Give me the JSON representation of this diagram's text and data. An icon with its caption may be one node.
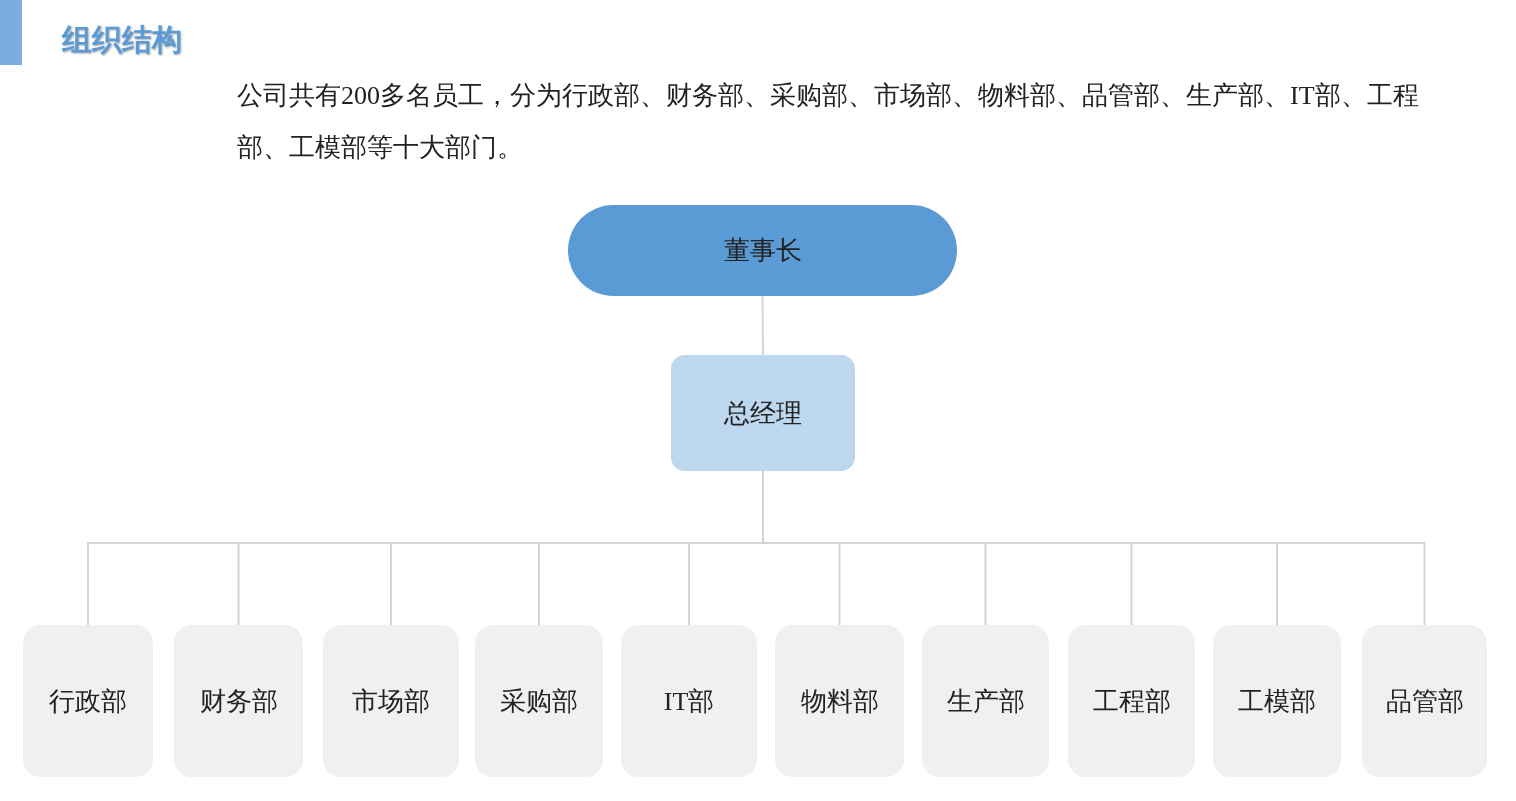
{
  "diagram": {
    "title": "组织结构",
    "nodes": [
      {
        "text": [
          "董事长"
        ]
      },
      {
        "text": [
          "总经理"
        ]
      },
      {
        "text": [
          "行政部"
        ]
      },
      {
        "text": [
          "财务部"
        ]
      },
      {
        "text": [
          "市场部"
        ]
      },
      {
        "text": [
          "采购部"
        ]
      },
      {
        "text": [
          "IT部"
        ]
      },
      {
        "text": [
          "物料部"
        ]
      },
      {
        "text": [
          "生产部"
        ]
      },
      {
        "text": [
          "工程部"
        ]
      },
      {
        "text": [
          "工模部"
        ]
      },
      {
        "text": [
          "品管部"
        ]
      }
    ],
    "edges": [
      {
        "from": 0,
        "to": 1,
        "arrow": "none"
      },
      {
        "from": 1,
        "to": 2,
        "arrow": "none"
      },
      {
        "from": 1,
        "to": 3,
        "arrow": "none"
      },
      {
        "from": 1,
        "to": 4,
        "arrow": "none"
      },
      {
        "from": 1,
        "to": 5,
        "arrow": "none"
      },
      {
        "from": 1,
        "to": 6,
        "arrow": "none"
      },
      {
        "from": 1,
        "to": 7,
        "arrow": "none"
      },
      {
        "from": 1,
        "to": 8,
        "arrow": "none"
      },
      {
        "from": 1,
        "to": 9,
        "arrow": "none"
      },
      {
        "from": 1,
        "to": 10,
        "arrow": "none"
      },
      {
        "from": 1,
        "to": 11,
        "arrow": "none"
      }
    ],
    "labels": [
      "公司共有200多名员工，分为行政部、财务部、采购部、市场部、物料部、品管部、生产部、IT部、工程部、工模部等十大部门。"
    ]
  }
}
